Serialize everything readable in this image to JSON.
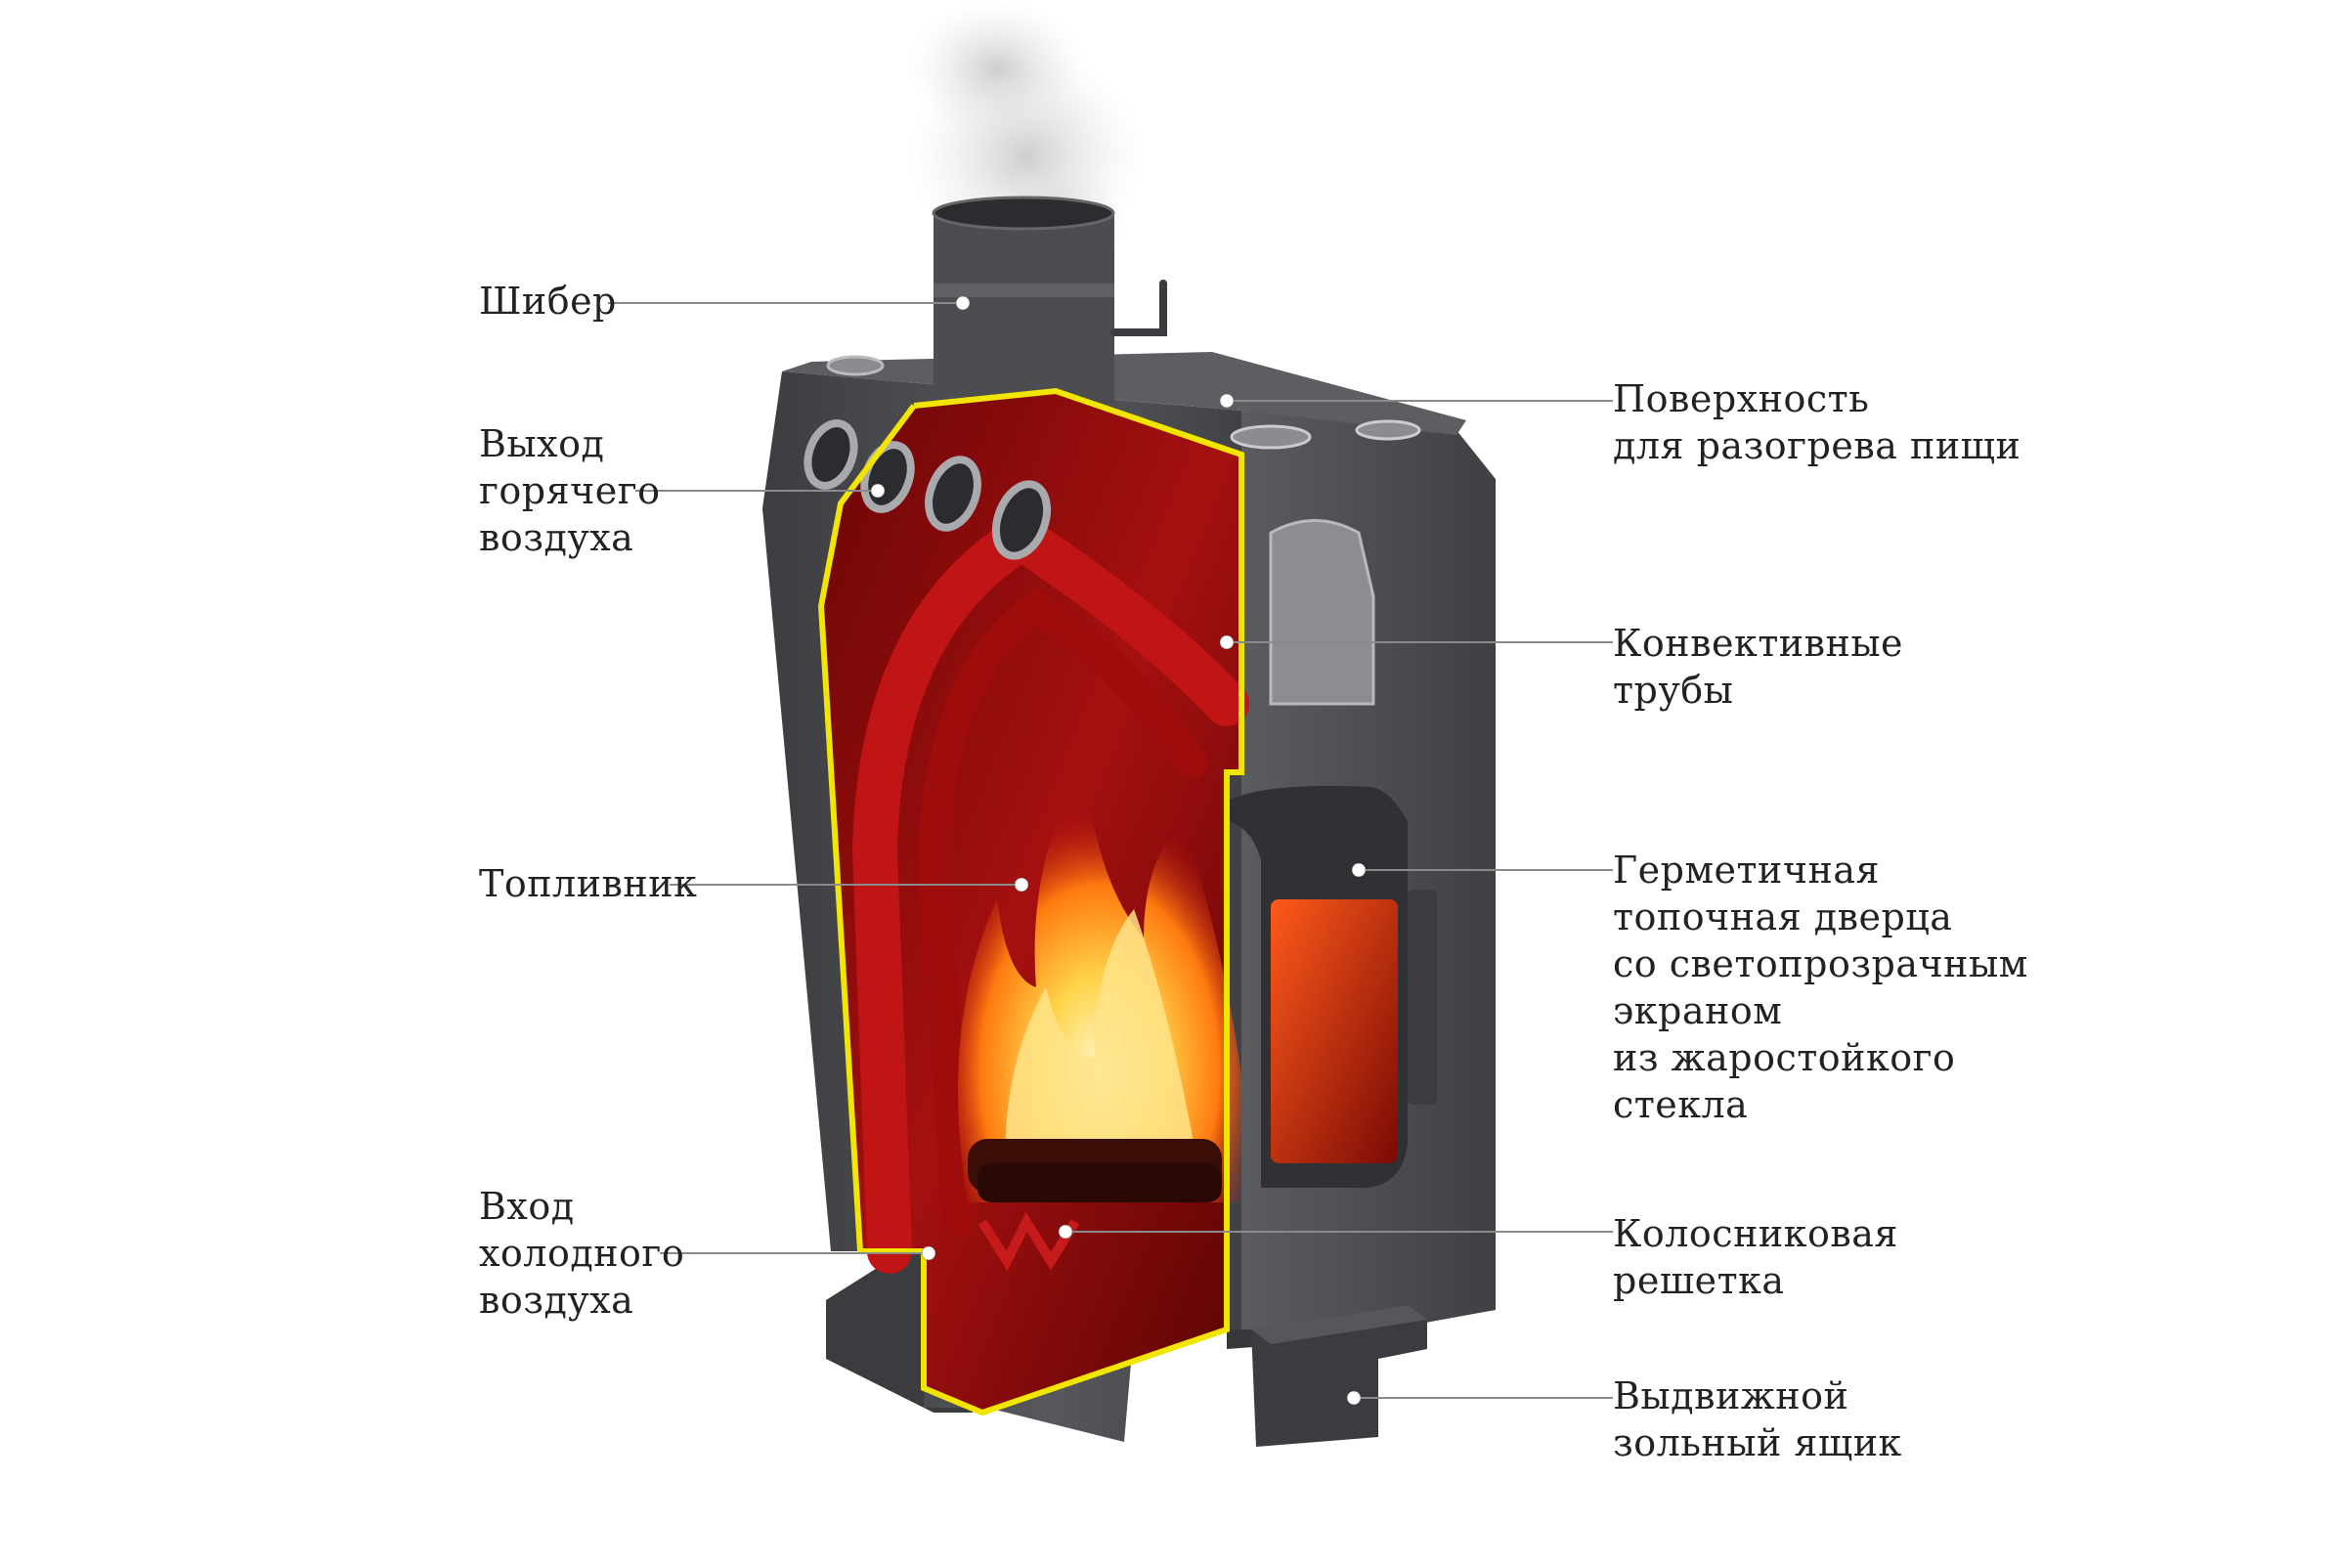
{
  "labels": {
    "shiber": "Шибер",
    "hot_air_out": "Выход\nгорячего\nвоздуха",
    "firebox": "Топливник",
    "cold_air_in": "Вход\nхолодного\nвоздуха",
    "cooking_surface": "Поверхность\nдля разогрева пищи",
    "convection_pipes": "Конвективные\nтрубы",
    "door": "Герметичная\nтопочная дверца\nсо светопрозрачным\nэкраном\nиз жаростойкого\nстекла",
    "grate": "Колосниковая\nрешетка",
    "ash_box": "Выдвижной\nзольный ящик"
  },
  "colors": {
    "body": "#4a4c50",
    "body_dark": "#33353a",
    "cutaway_edge": "#f2e600",
    "interior_red": "#8e0d0d",
    "pipe_red": "#b3100f",
    "flame_yellow": "#ffd34a",
    "flame_orange": "#ff7a10"
  }
}
